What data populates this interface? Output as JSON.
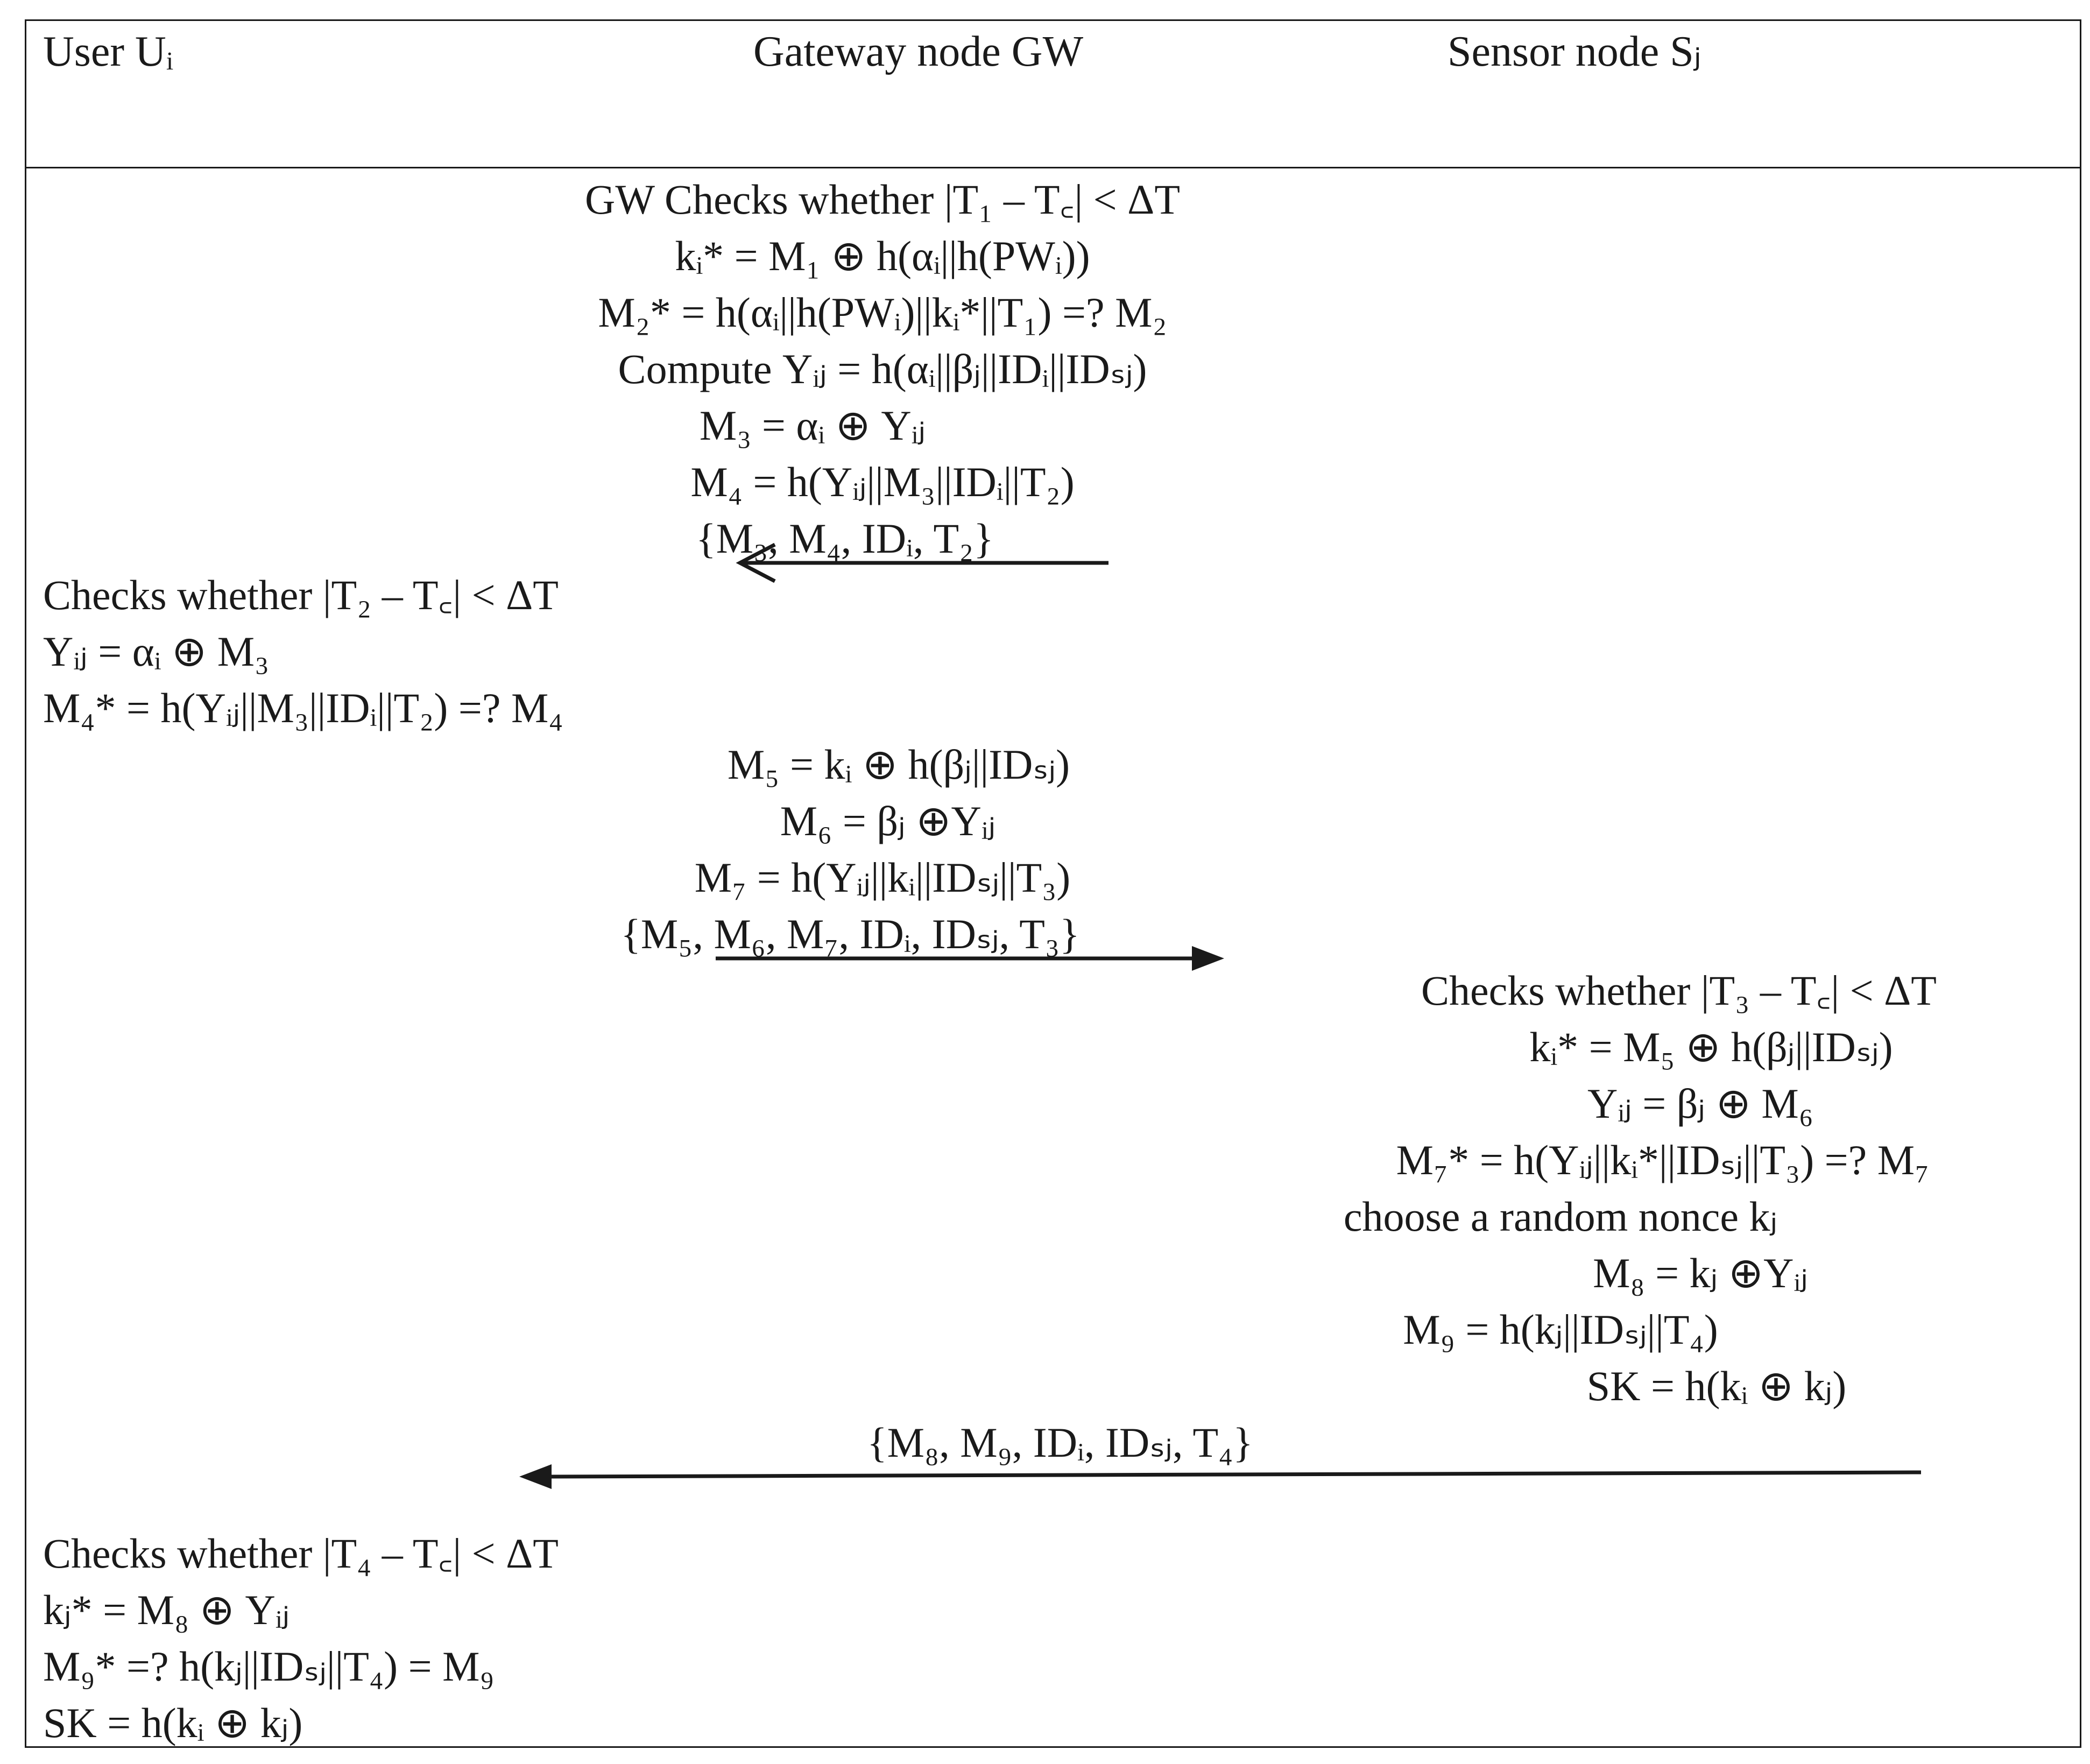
{
  "header": {
    "user": "User Uᵢ",
    "gateway": "Gateway node GW",
    "sensor": "Sensor node Sⱼ"
  },
  "gateway_step1": [
    "GW Checks whether |T₁ – T꜀| < ΔT",
    "kᵢ* = M₁ ⊕ h(αᵢ||h(PWᵢ))",
    "M₂* = h(αᵢ||h(PWᵢ)||kᵢ*||T₁) =? M₂",
    "Compute Υᵢⱼ = h(αᵢ||βⱼ||IDᵢ||IDₛⱼ)",
    "M₃ = αᵢ ⊕ Υᵢⱼ",
    "M₄ = h(Υᵢⱼ||M₃||IDᵢ||T₂)"
  ],
  "message1": "{M₃, M₄, IDᵢ, T₂}",
  "user_step1": [
    "Checks whether |T₂ – T꜀| < ΔT",
    "Υᵢⱼ = αᵢ ⊕ M₃",
    "M₄* = h(Υᵢⱼ||M₃||IDᵢ||T₂) =? M₄"
  ],
  "gateway_step2": [
    "M₅ = kᵢ ⊕ h(βⱼ||IDₛⱼ)",
    "M₆ = βⱼ ⊕Υᵢⱼ",
    "M₇ = h(Υᵢⱼ||kᵢ||IDₛⱼ||T₃)"
  ],
  "message2": "{M₅, M₆, M₇, IDᵢ, IDₛⱼ, T₃}",
  "sensor_step": [
    "Checks whether |T₃ – T꜀| < ΔT",
    "kᵢ* = M₅ ⊕ h(βⱼ||IDₛⱼ)",
    "Υᵢⱼ  = βⱼ ⊕ M₆",
    "M₇*  = h(Υᵢⱼ||kᵢ*||IDₛⱼ||T₃) =? M₇",
    "choose a random nonce kⱼ",
    "M₈ = kⱼ ⊕Υᵢⱼ",
    "M₉ = h(kⱼ||IDₛⱼ||T₄)",
    "SK = h(kᵢ ⊕ kⱼ)"
  ],
  "message3": "{M₈, M₉, IDᵢ, IDₛⱼ, T₄}",
  "user_step2": [
    "Checks whether |T₄ – T꜀| < ΔT",
    "kⱼ* = M₈ ⊕ Υᵢⱼ",
    "M₉* =? h(kⱼ||IDₛⱼ||T₄) = M₉",
    "SK = h(kᵢ ⊕ kⱼ)"
  ]
}
